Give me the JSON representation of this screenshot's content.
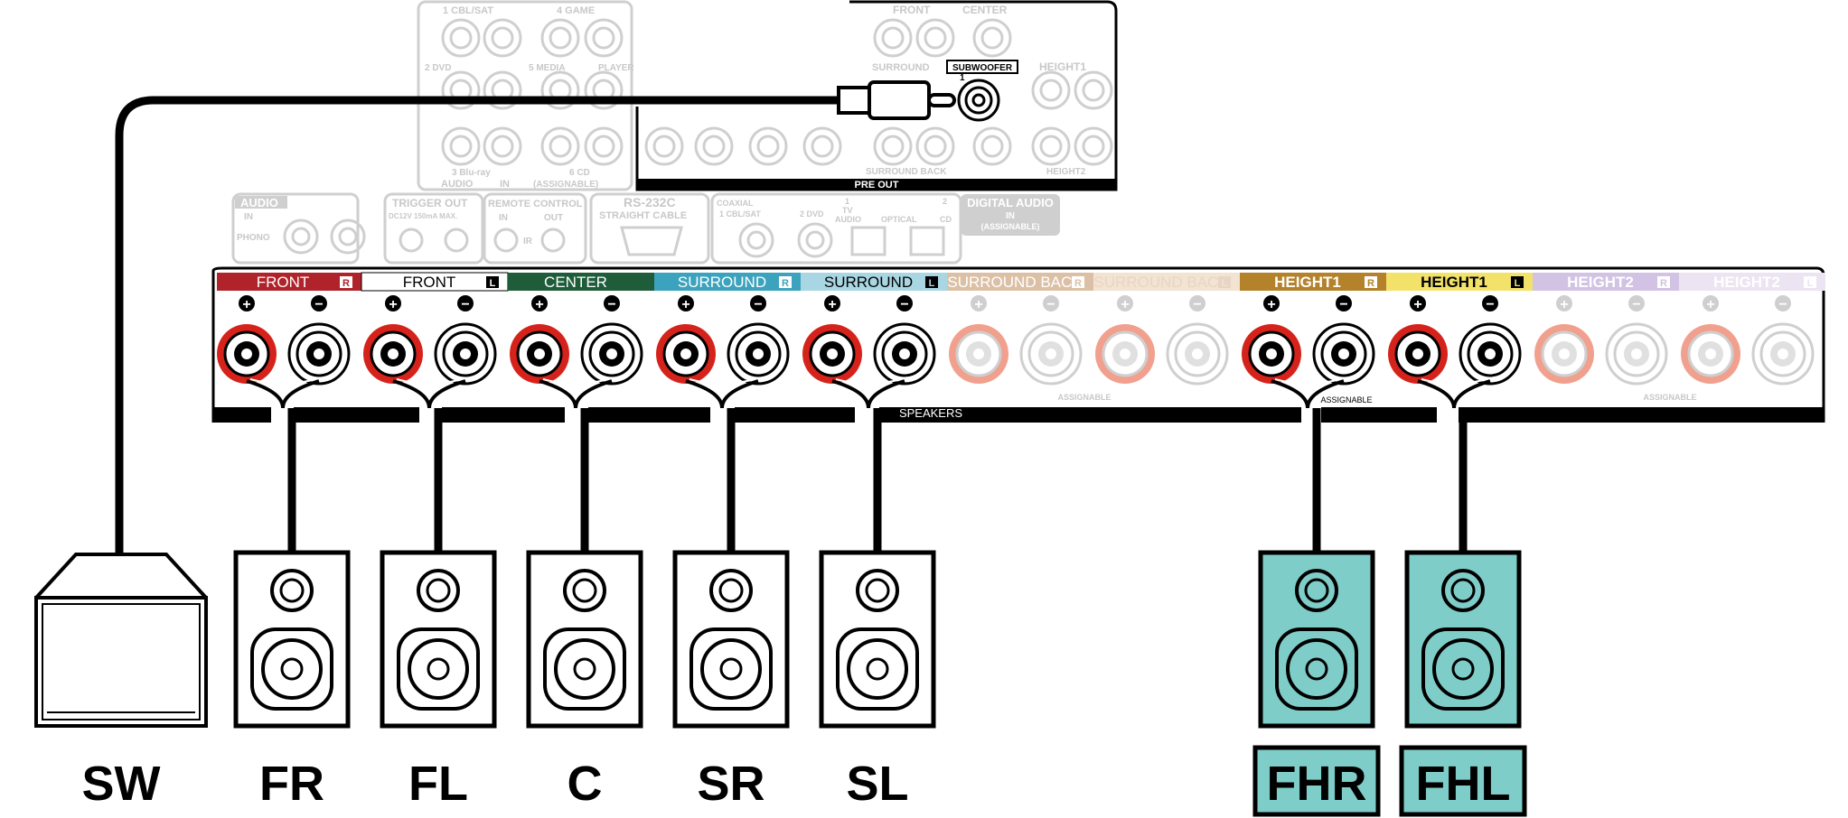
{
  "rear_panel": {
    "audio_in_labels": [
      "1 CBL/SAT",
      "4 GAME",
      "2 DVD",
      "5 MEDIA",
      "PLAYER",
      "3 Blu-ray",
      "6 CD",
      "AUDIO",
      "IN",
      "(ASSIGNABLE)"
    ],
    "preout_labels": [
      "FRONT",
      "CENTER",
      "SURROUND",
      "SUBWOOFER",
      "HEIGHT1",
      "SURROUND BACK",
      "HEIGHT2",
      "PRE OUT"
    ],
    "mid_row_labels": [
      "AUDIO",
      "IN",
      "PHONO",
      "TRIGGER OUT",
      "DC12V 150mA MAX.",
      "REMOTE CONTROL",
      "IN",
      "OUT",
      "IR",
      "RS-232C",
      "STRAIGHT CABLE",
      "COAXIAL",
      "1 CBL/SAT",
      "2 DVD",
      "1",
      "TV",
      "AUDIO",
      "OPTICAL",
      "2",
      "CD",
      "DIGITAL AUDIO",
      "IN",
      "(ASSIGNABLE)"
    ],
    "speakers_label": "SPEAKERS",
    "assignable_label": "ASSIGNABLE"
  },
  "speaker_terminals": [
    {
      "label": "FRONT",
      "side": "R",
      "color": "#b0232a",
      "text_color": "#ffffff",
      "active": true
    },
    {
      "label": "FRONT",
      "side": "L",
      "color": "#ffffff",
      "text_color": "#000000",
      "active": true
    },
    {
      "label": "CENTER",
      "side": "",
      "color": "#1e5c3a",
      "text_color": "#ffffff",
      "active": true
    },
    {
      "label": "SURROUND",
      "side": "R",
      "color": "#3ba3bd",
      "text_color": "#ffffff",
      "active": true
    },
    {
      "label": "SURROUND",
      "side": "L",
      "color": "#a9d6e3",
      "text_color": "#000000",
      "active": true
    },
    {
      "label": "SURROUND BACK",
      "side": "R",
      "color": "#dcc0a6",
      "text_color": "#ffffff",
      "active": false
    },
    {
      "label": "SURROUND BACK",
      "side": "L",
      "color": "#f3e3d3",
      "text_color": "#e8d6c4",
      "active": false
    },
    {
      "label": "HEIGHT1",
      "side": "R",
      "color": "#b3822a",
      "text_color": "#ffffff",
      "active": true
    },
    {
      "label": "HEIGHT1",
      "side": "L",
      "color": "#f3e26a",
      "text_color": "#000000",
      "active": true
    },
    {
      "label": "HEIGHT2",
      "side": "R",
      "color": "#d2c2e4",
      "text_color": "#ffffff",
      "active": false
    },
    {
      "label": "HEIGHT2",
      "side": "L",
      "color": "#ece4f2",
      "text_color": "#ffffff",
      "active": false
    }
  ],
  "speakers": [
    {
      "id": "SW",
      "type": "subwoofer",
      "highlight": false
    },
    {
      "id": "FR",
      "type": "bookshelf",
      "terminal_index": 0,
      "highlight": false
    },
    {
      "id": "FL",
      "type": "bookshelf",
      "terminal_index": 1,
      "highlight": false
    },
    {
      "id": "C",
      "type": "bookshelf",
      "terminal_index": 2,
      "highlight": false
    },
    {
      "id": "SR",
      "type": "bookshelf",
      "terminal_index": 3,
      "highlight": false
    },
    {
      "id": "SL",
      "type": "bookshelf",
      "terminal_index": 4,
      "highlight": false
    },
    {
      "id": "FHR",
      "type": "bookshelf",
      "terminal_index": 7,
      "highlight": true
    },
    {
      "id": "FHL",
      "type": "bookshelf",
      "terminal_index": 8,
      "highlight": true
    }
  ],
  "colors": {
    "highlight_fill": "#7fcdc9",
    "terminal_red": "#d5231b",
    "terminal_dim_red": "#f1a08e",
    "wire": "#000000",
    "ghost": "#cfcfcf"
  },
  "symbols": {
    "plus": "+",
    "minus": "−"
  }
}
